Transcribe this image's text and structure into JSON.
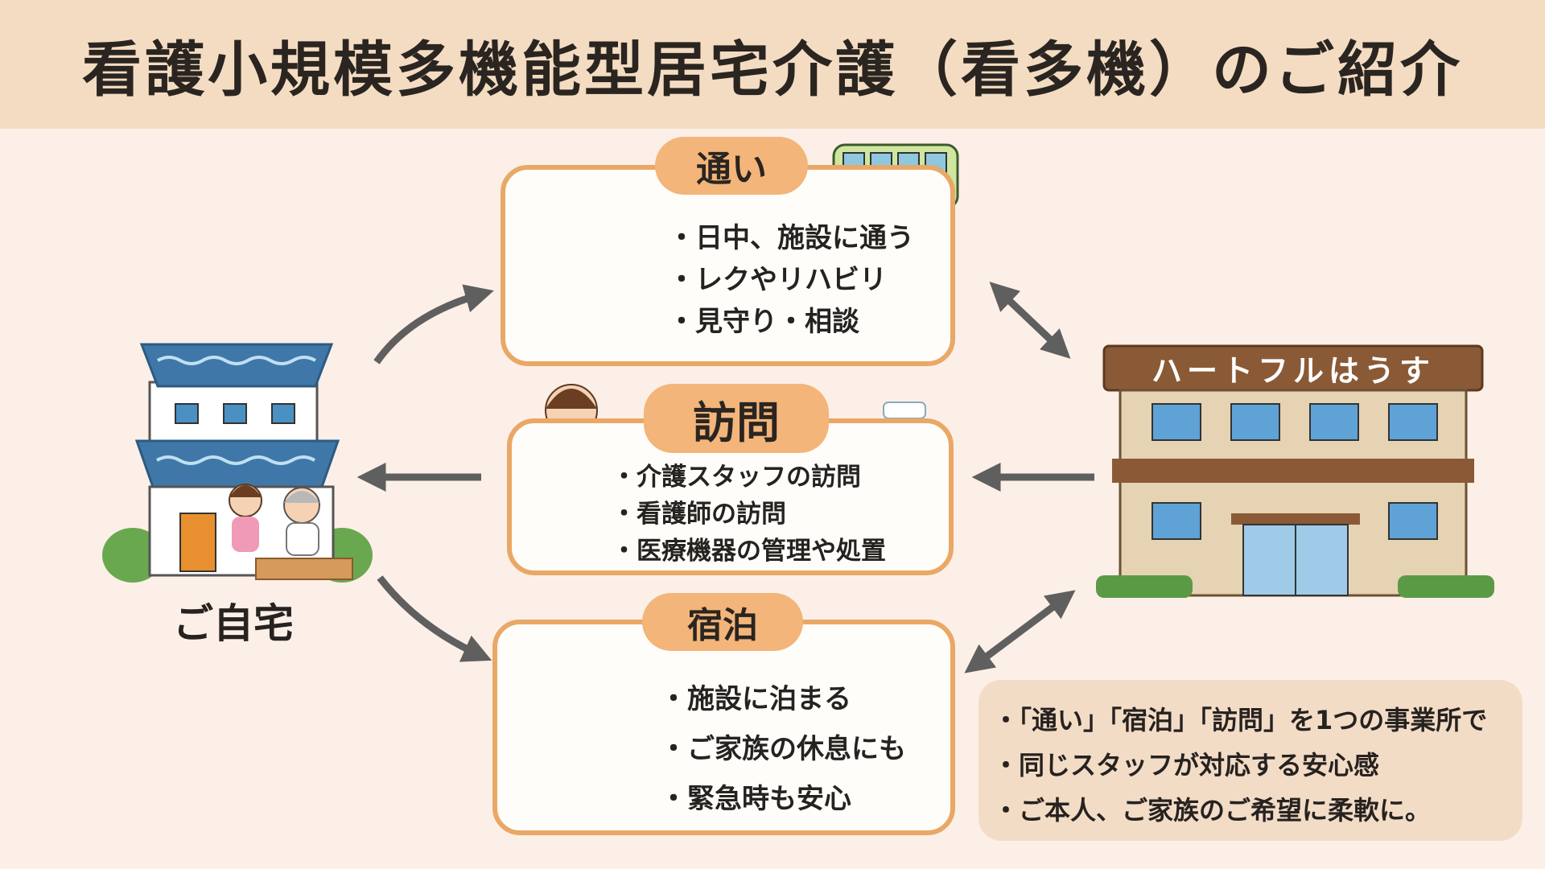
{
  "title": "看護小規模多機能型居宅介護（看多機）のご紹介",
  "home": {
    "label": "ご自宅"
  },
  "facility": {
    "sign": "ハートフルはうす"
  },
  "services": {
    "kayoi": {
      "label": "通い",
      "items": [
        "日中、施設に通う",
        "レクやリハビリ",
        "見守り・相談"
      ]
    },
    "houmon": {
      "label": "訪問",
      "items": [
        "介護スタッフの訪問",
        "看護師の訪問",
        "医療機器の管理や処置"
      ]
    },
    "shukuhaku": {
      "label": "宿泊",
      "items": [
        "施設に泊まる",
        "ご家族の休息にも",
        "緊急時も安心"
      ]
    }
  },
  "notes": [
    "「通い」「宿泊」「訪問」を1つの事業所で",
    "同じスタッフが対応する安心感",
    "ご本人、ご家族のご希望に柔軟に。"
  ],
  "colors": {
    "background": "#fcefe7",
    "header": "#f4dcc2",
    "card_border": "#e9a866",
    "label_fill": "#f3b57a",
    "note_fill": "#f3dcc6",
    "arrow": "#5f5f5f",
    "roof": "#3f78a8"
  },
  "icons": [
    "bus-icon",
    "house-icon",
    "facility-building-icon",
    "caregiver-wheelchair-icon",
    "visiting-staff-icon",
    "nurse-icon",
    "bed-icon",
    "arrow-icon"
  ]
}
